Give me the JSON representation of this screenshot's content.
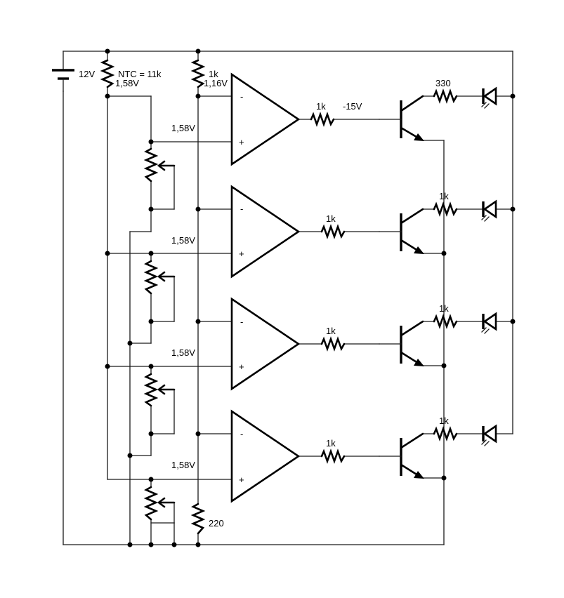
{
  "battery": {
    "label": "12V"
  },
  "ntc": {
    "label": "NTC = 11k",
    "voltage": "1,58V"
  },
  "top_resistor": {
    "label": "1k",
    "voltage": "1,16V"
  },
  "bottom_resistor": {
    "label": "220"
  },
  "stages": [
    {
      "ref_voltage": "1,58V",
      "base_resistor": "1k",
      "node_label": "-15V",
      "collector_resistor": "330"
    },
    {
      "ref_voltage": "1,58V",
      "base_resistor": "1k",
      "node_label": "",
      "collector_resistor": "1k"
    },
    {
      "ref_voltage": "1,58V",
      "base_resistor": "1k",
      "node_label": "",
      "collector_resistor": "1k"
    },
    {
      "ref_voltage": "1,58V",
      "base_resistor": "1k",
      "node_label": "",
      "collector_resistor": "1k"
    }
  ],
  "opamp_signs": {
    "minus": "-",
    "plus": "+"
  },
  "colors": {
    "wire": "#1a1a1a",
    "background": "#ffffff"
  },
  "icons": [
    "battery-icon",
    "resistor-icon",
    "potentiometer-icon",
    "opamp-icon",
    "npn-transistor-icon",
    "led-icon"
  ]
}
